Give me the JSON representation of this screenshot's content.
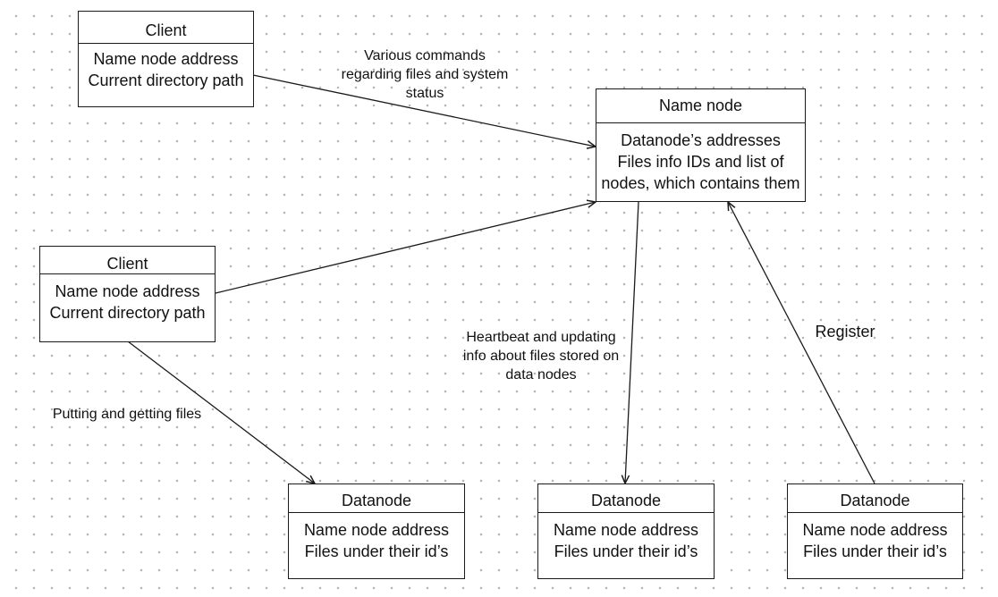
{
  "nodes": {
    "client_top": {
      "title": "Client",
      "lines": [
        "Name node address",
        "Current directory path"
      ]
    },
    "client_left": {
      "title": "Client",
      "lines": [
        "Name node address",
        "Current directory path"
      ]
    },
    "name_node": {
      "title": "Name node",
      "lines": [
        "Datanode’s addresses",
        "Files info IDs and list of",
        "nodes, which contains them"
      ]
    },
    "datanode_1": {
      "title": "Datanode",
      "lines": [
        "Name node address",
        "Files under their id’s"
      ]
    },
    "datanode_2": {
      "title": "Datanode",
      "lines": [
        "Name node address",
        "Files under their id’s"
      ]
    },
    "datanode_3": {
      "title": "Datanode",
      "lines": [
        "Name node address",
        "Files under their id’s"
      ]
    }
  },
  "edges": {
    "commands": {
      "lines": [
        "Various commands",
        "regarding files and system",
        "status"
      ]
    },
    "putting": {
      "lines": [
        "Putting and getting files"
      ]
    },
    "heartbeat": {
      "lines": [
        "Heartbeat and updating",
        "info about files stored on",
        "data nodes"
      ]
    },
    "register": {
      "lines": [
        "Register"
      ]
    }
  },
  "colors": {
    "line": "#1a1a1a",
    "grid_dot": "#b4b4b4",
    "background": "#ffffff"
  }
}
